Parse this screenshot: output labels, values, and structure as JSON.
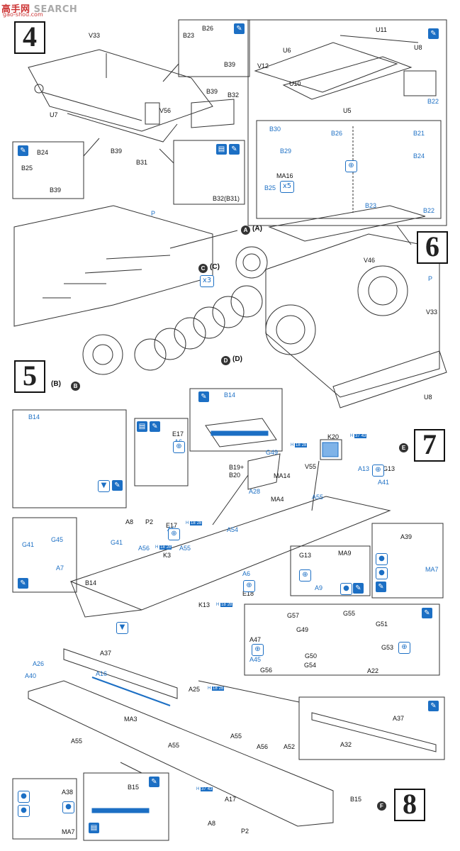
{
  "watermark": {
    "brand_a": "高",
    "brand_b": "手",
    "brand_c": "网",
    "search": "SEARCH",
    "sub": "gao-shou.com"
  },
  "steps": [
    "4",
    "5",
    "6",
    "7",
    "8"
  ],
  "step_badges": {
    "s7": "E",
    "s8": "F"
  },
  "step4": {
    "labels": [
      "V33",
      "U7",
      "B39",
      "V56",
      "B31",
      "B39",
      "B32",
      "B23",
      "B26",
      "B39",
      "B24",
      "B25",
      "B39",
      "B32(B31)"
    ]
  },
  "step6": {
    "labels": [
      "U11",
      "U6",
      "V12",
      "U10",
      "U8",
      "U5",
      "B22",
      "B30",
      "B26",
      "B29",
      "MA16",
      "B25",
      "B21",
      "B24",
      "B23",
      "B22",
      "V46",
      "P",
      "V33",
      "U8"
    ],
    "x5": "x5"
  },
  "step5": {
    "labels": [
      "P",
      "A",
      "A",
      "C",
      "C",
      "D",
      "D",
      "B",
      "B"
    ],
    "x3": "x3"
  },
  "step7": {
    "labels": [
      "B14",
      "B14",
      "E17",
      "A6",
      "K20",
      "G49",
      "B19+",
      "B20",
      "A28",
      "MA14",
      "V55",
      "A55",
      "A13",
      "G13",
      "A41",
      "MA4",
      "E17",
      "A6",
      "A54",
      "A8",
      "P2",
      "G41",
      "G45",
      "A7",
      "G41",
      "A56",
      "K3",
      "A55",
      "A6",
      "E18",
      "K13",
      "B14",
      "A39",
      "MA7",
      "G13",
      "MA9",
      "A9",
      "G57",
      "G55",
      "G51",
      "A47",
      "A45",
      "G49",
      "G50",
      "G53",
      "G56",
      "G54",
      "A22"
    ],
    "h1": "H",
    "h_nums": [
      "18",
      "28",
      "37",
      "43"
    ]
  },
  "step8": {
    "labels": [
      "A37",
      "A26",
      "A40",
      "A16",
      "MA3",
      "A25",
      "A55",
      "A55",
      "A37",
      "A32",
      "A38",
      "MA7",
      "B15",
      "A55",
      "A56",
      "A52",
      "A17",
      "B15",
      "A8",
      "P2"
    ]
  }
}
